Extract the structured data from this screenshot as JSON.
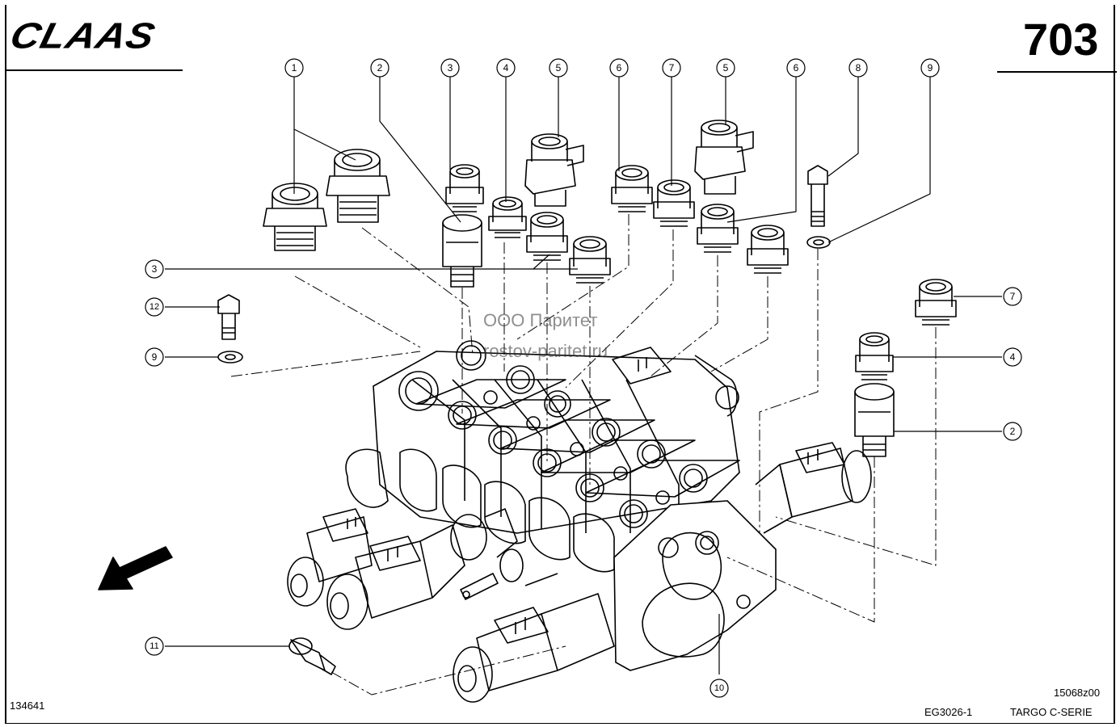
{
  "header": {
    "brand": "CLAAS",
    "page_number": "703"
  },
  "footer": {
    "left_code": "134641",
    "figure_code": "15068z00",
    "drawing_code": "EG3026-1",
    "series": "TARGO C-SERIE"
  },
  "watermark": {
    "line1": "ООО Паритет",
    "line2": "rostov-paritet.ru"
  },
  "callouts": {
    "c1": "1",
    "c2": "2",
    "c3": "3",
    "c4": "4",
    "c5a": "5",
    "c6a": "6",
    "c7": "7",
    "c5b": "5",
    "c6b": "6",
    "c8": "8",
    "c9": "9",
    "c3l": "3",
    "c12": "12",
    "c9l": "9",
    "c7r": "7",
    "c4r": "4",
    "c2r": "2",
    "c11": "11",
    "c10": "10"
  }
}
